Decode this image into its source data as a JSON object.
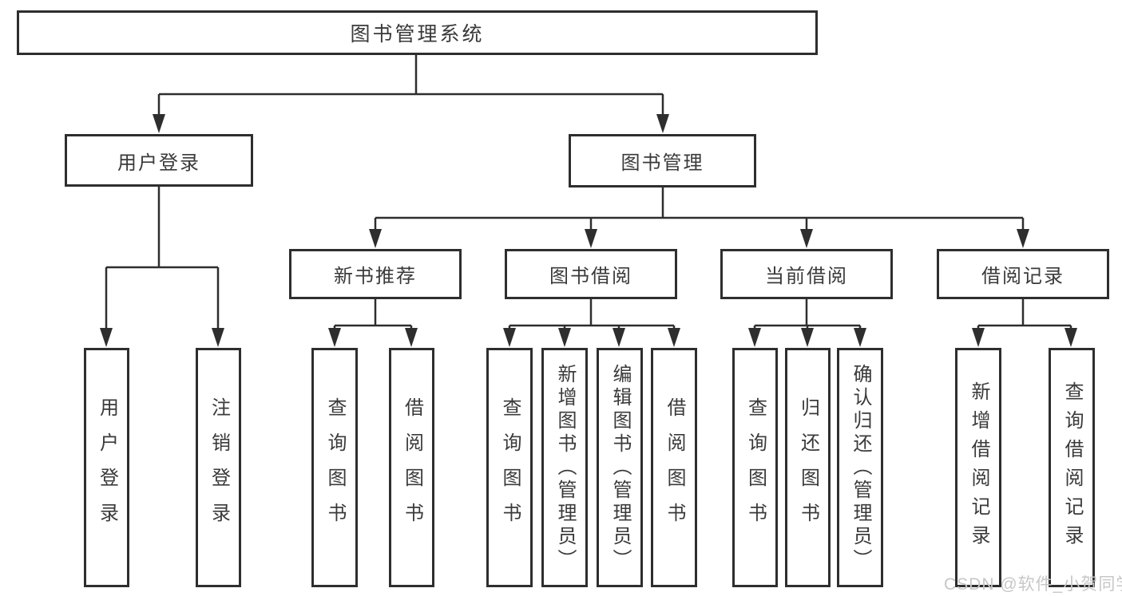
{
  "diagram": {
    "root": {
      "label": "图书管理系统"
    },
    "user_login": {
      "label": "用户登录",
      "children": {
        "login": {
          "label": "用户登录"
        },
        "logout": {
          "label": "注销登录"
        }
      }
    },
    "book_mgmt": {
      "label": "图书管理",
      "children": {
        "new_books": {
          "label": "新书推荐",
          "children": {
            "query": {
              "label": "查询图书"
            },
            "borrow": {
              "label": "借阅图书"
            }
          }
        },
        "book_borrow": {
          "label": "图书借阅",
          "children": {
            "query": {
              "label": "查询图书"
            },
            "add": {
              "label": "新增图书（管理员）"
            },
            "edit": {
              "label": "编辑图书（管理员）"
            },
            "borrow": {
              "label": "借阅图书"
            }
          }
        },
        "current_borrow": {
          "label": "当前借阅",
          "children": {
            "query": {
              "label": "查询图书"
            },
            "return": {
              "label": "归还图书"
            },
            "confirm": {
              "label": "确认归还（管理员）"
            }
          }
        },
        "borrow_records": {
          "label": "借阅记录",
          "children": {
            "add": {
              "label": "新增借阅记录"
            },
            "query": {
              "label": "查询借阅记录"
            }
          }
        }
      }
    }
  },
  "watermark": {
    "text": "CSDN @软件_小贺同学"
  },
  "colors": {
    "line": "#2e2e2e",
    "box_border": "#2e2e2e",
    "text": "#3a3a3a",
    "watermark": "#c7c7c7",
    "background": "#ffffff"
  }
}
